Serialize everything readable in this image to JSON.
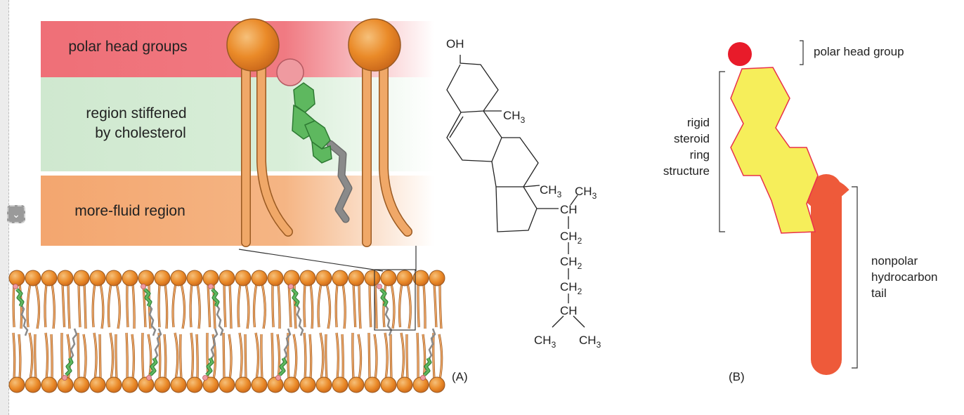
{
  "membrane_closeup": {
    "labels": {
      "polar_heads": "polar head groups",
      "stiffened_line1": "region stiffened",
      "stiffened_line2": "by cholesterol",
      "fluid": "more-fluid region"
    },
    "colors": {
      "polar_band": "#ef6f77",
      "stiffened_band": "#cfe8cf",
      "fluid_band": "#f3a66f",
      "lipid_head": "#ea8a28",
      "lipid_tail": "#f0a868",
      "cholesterol_ring": "#5eb85f",
      "cholesterol_head": "#ef9aa0",
      "cholesterol_tail": "#8a8a8a"
    }
  },
  "structure_a": {
    "panel_label": "(A)",
    "hydroxyl": "OH",
    "methyl_ring": "CH3",
    "methyl_left": "CH3",
    "methyl_right": "CH3",
    "ch_1": "CH",
    "ch2_1": "CH2",
    "ch2_2": "CH2",
    "ch2_3": "CH2",
    "ch_2": "CH",
    "terminal_left": "CH3",
    "terminal_right": "CH3"
  },
  "structure_b": {
    "panel_label": "(B)",
    "polar_head_label": "polar head group",
    "rigid_label": [
      "rigid",
      "steroid",
      "ring",
      "structure"
    ],
    "tail_label": [
      "nonpolar",
      "hydrocarbon",
      "tail"
    ],
    "colors": {
      "head": "#e81b2a",
      "ring_fill": "#f6ee5a",
      "ring_edge": "#e8304a",
      "tail": "#ee5a3a"
    }
  },
  "sidebar": {
    "toggle_icon": "chevron-down-icon"
  }
}
